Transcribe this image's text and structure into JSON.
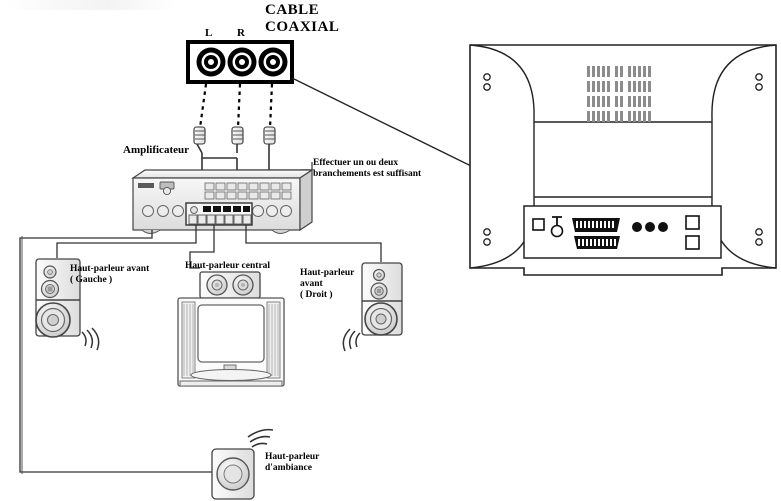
{
  "diagram": {
    "title_fragment": "",
    "labels": {
      "cable_coaxial": "CABLE\nCOAXIAL",
      "channel_left": "L",
      "channel_right": "R",
      "amplifier": "Amplificateur",
      "note_connections": "Effectuer un ou deux\nbranchements est suffisant",
      "front_left": "Haut-parleur avant\n( Gauche )",
      "center": "Haut-parleur central",
      "front_right": "Haut-parleur\navant\n( Droit )",
      "surround": "Haut-parleur\nd'ambiance"
    },
    "colors": {
      "line": "#1a1a1a",
      "panel_fill": "#ffffff",
      "jack_black": "#000000",
      "device_body": "#f2f2f2",
      "device_shade": "#d9d9d9",
      "grille_gray": "#8c8c8c"
    },
    "components": {
      "coax_panel": {
        "jack_count": 3,
        "jack_labels": [
          "L",
          "R",
          "COAXIAL"
        ]
      },
      "rca_plugs": {
        "count": 3
      },
      "amplifier_unit": {
        "knob_count_left": 3,
        "knob_count_right": 3,
        "button_rows": 2,
        "terminal_count": 7
      },
      "front_speaker": {
        "drivers": [
          "tweeter",
          "midrange",
          "woofer"
        ]
      },
      "center_speaker": {
        "drivers": [
          "driver-left",
          "driver-right"
        ]
      },
      "surround_speaker": {
        "drivers": [
          "full-range"
        ]
      },
      "television_front": {
        "parts": [
          "screen",
          "left-grille",
          "right-grille",
          "base"
        ]
      },
      "television_rear": {
        "vent_rows": 4,
        "vent_cols": 14,
        "screw_pairs": 4,
        "io_ports": [
          "square-jack",
          "antenna-jack",
          "scart-upper",
          "scart-lower",
          "rca-triple",
          "square-upper",
          "square-lower"
        ]
      }
    }
  }
}
